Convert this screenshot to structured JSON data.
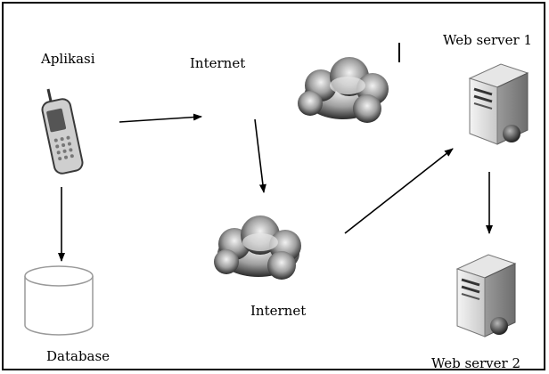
{
  "labels": {
    "aplikasi": "Aplikasi",
    "internet_top": "Internet",
    "web_server_1": "Web  server 1",
    "internet_bottom": "Internet",
    "database": "Database",
    "web_server_2": "Web  server 2"
  },
  "icons": {
    "phone": "mobile-phone-icon",
    "cloud": "cloud-icon",
    "server": "server-tower-icon",
    "database": "database-cylinder-icon"
  },
  "colors": {
    "line": "#000000",
    "border": "#000000",
    "background": "#ffffff"
  }
}
